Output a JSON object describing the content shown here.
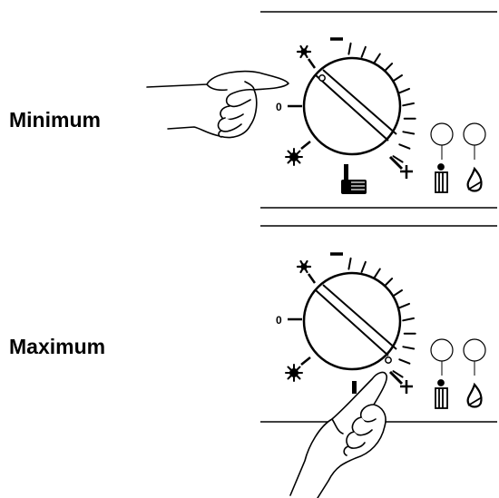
{
  "panel_top": {
    "mode_label": "Minimum",
    "dial_zero_mark": "0"
  },
  "panel_bottom": {
    "mode_label": "Maximum",
    "dial_zero_mark": "0"
  },
  "icons": {
    "frost": "snowflake-icon",
    "sun": "sun-icon",
    "thermometer": "thermometer-icon",
    "minus": "minus-icon",
    "plus": "plus-icon",
    "heating": "radiator-icon",
    "flame": "flame-icon"
  },
  "colors": {
    "ink": "#000000",
    "paper": "#ffffff"
  }
}
